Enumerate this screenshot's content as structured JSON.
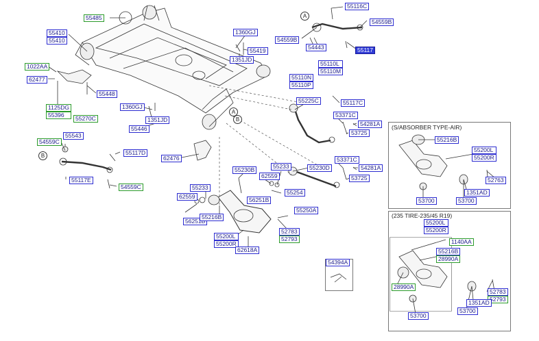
{
  "boxes": {
    "air": {
      "title": "(S/ABSORBER TYPE-AIR)"
    },
    "tire": {
      "title": "(235 TIRE-235/45 R19)"
    }
  },
  "callouts": {
    "a": "A",
    "b": "B"
  },
  "labels": {
    "p55485": "55485",
    "p55410a": "55410",
    "p55410b": "55410",
    "p1360gj_a": "1360GJ",
    "p55419": "55419",
    "p1351jd_a": "1351JD",
    "p1022aa": "1022AA",
    "p62477": "62477",
    "p55448": "55448",
    "p1125dg": "1125DG",
    "p55396": "55396",
    "p1360gj_b": "1360GJ",
    "p1351jd_b": "1351JD",
    "p55446": "55446",
    "p55270c": "55270C",
    "p55543": "55543",
    "p54559c_a": "54559C",
    "p55117d": "55117D",
    "p62476": "62476",
    "p55117e": "55117E",
    "p54559c_b": "54559C",
    "p55116c": "55116C",
    "p54559b_a": "54559B",
    "p54559b_b": "54559B",
    "p54443": "54443",
    "p55117": "55117",
    "p55110l": "55110L",
    "p55110m": "55110M",
    "p55110n": "55110N",
    "p55110p": "55110P",
    "p55225c": "55225C",
    "p55117c": "55117C",
    "p53371c_a": "53371C",
    "p54281a_a": "54281A",
    "p53725_a": "53725",
    "p55230b": "55230B",
    "p55233_a": "55233",
    "p55230d": "55230D",
    "p53371c_b": "53371C",
    "p54281a_b": "54281A",
    "p53725_b": "53725",
    "p62559_a": "62559",
    "p56251b_a": "56251B",
    "p55254": "55254",
    "p55250a": "55250A",
    "p55233_b": "55233",
    "p62559_b": "62559",
    "p56251b_b": "56251B",
    "p55216b_a": "55216B",
    "p55200l_a": "55200L",
    "p55200r_a": "55200R",
    "p62618a": "62618A",
    "p52783_a": "52783",
    "p52793_a": "52793",
    "p54394a": "54394A",
    "p55216b_b": "55216B",
    "p55200l_b": "55200L",
    "p55200r_b": "55200R",
    "p52763": "52763",
    "p1351ad_a": "1351AD",
    "p53700_a": "53700",
    "p53700_b": "53700",
    "p55200l_c": "55200L",
    "p55200r_c": "55200R",
    "p1140aa": "1140AA",
    "p55216b_c": "55216B",
    "p28990a_a": "28990A",
    "p28990a_b": "28990A",
    "p52783_b": "52783",
    "p52793_b": "52793",
    "p1351ad_b": "1351AD",
    "p53700_c": "53700",
    "p53700_d": "53700"
  },
  "colors": {
    "label_border": "#2a2ad0",
    "label_border_alt": "#2a9a2a",
    "label_text": "#1a1a8a",
    "selected_fill": "#2e3bd6",
    "line": "#333333"
  }
}
